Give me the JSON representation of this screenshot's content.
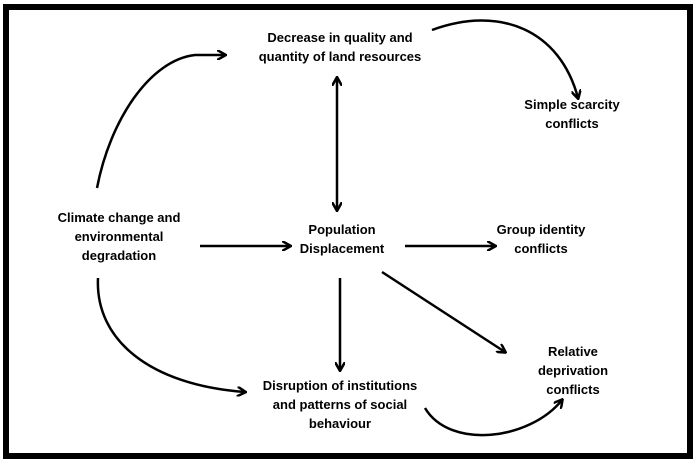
{
  "nodes": {
    "land_line1": "Decrease in quality and",
    "land_line2": "quantity of land resources",
    "scarcity_line1": "Simple scarcity",
    "scarcity_line2": "conflicts",
    "climate_line1": "Climate change and",
    "climate_line2": "environmental",
    "climate_line3": "degradation",
    "pop_line1": "Population",
    "pop_line2": "Displacement",
    "group_line1": "Group identity",
    "group_line2": "conflicts",
    "relative_line1": "Relative",
    "relative_line2": "deprivation",
    "relative_line3": "conflicts",
    "disruption_line1": "Disruption of institutions",
    "disruption_line2": "and patterns of social",
    "disruption_line3": "behaviour"
  }
}
